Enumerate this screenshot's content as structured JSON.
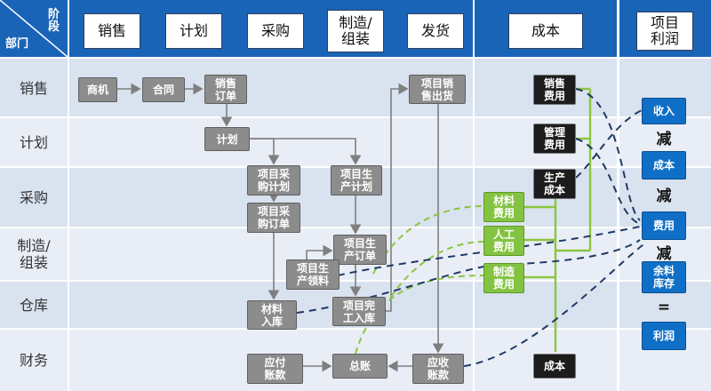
{
  "header": {
    "corner_top": "阶段",
    "corner_bottom": "部门",
    "stages": [
      "销售",
      "计划",
      "采购",
      "制造/\n组装",
      "发货"
    ],
    "cost": "成本",
    "profit": "项目\n利润"
  },
  "lanes": [
    "销售",
    "计划",
    "采购",
    "制造/\n组装",
    "仓库",
    "财务"
  ],
  "flow": {
    "opportunity": "商机",
    "contract": "合同",
    "sales_order": "销售\n订单",
    "plan": "计划",
    "purchase_plan": "项目采\n购计划",
    "production_plan": "项目生\n产计划",
    "purchase_order": "项目采\n购订单",
    "production_order": "项目生\n产订单",
    "production_picking": "项目生\n产领料",
    "material_in": "材料\n入库",
    "finished_in": "项目完\n工入库",
    "sales_shipment": "项目销\n售出货",
    "payable": "应付\n账款",
    "ledger": "总账",
    "receivable": "应收\n账款"
  },
  "cost": {
    "sales_expense": "销售\n费用",
    "admin_expense": "管理\n费用",
    "production_cost": "生产\n成本",
    "material_cost": "材料\n费用",
    "labor_cost": "人工\n费用",
    "manufacturing_cost": "制造\n费用",
    "cost_total": "成本"
  },
  "profit": {
    "income": "收入",
    "minus1": "减",
    "cost": "成本",
    "minus2": "减",
    "expense": "费用",
    "minus3": "减",
    "inventory": "余料\n库存",
    "equals": "=",
    "profit": "利润"
  },
  "colors": {
    "header_blue": "#1a64b8",
    "lane_light": "#e9eef6",
    "lane_dark": "#d9e2ef",
    "flow_box": "#8c8c8c",
    "cost_box": "#1c1c1c",
    "green_box": "#83c341",
    "profit_box": "#0f6fc6",
    "arrow_grey": "#7f7f7f",
    "dash_green": "#8cc540",
    "dash_navy": "#1f3a66"
  }
}
